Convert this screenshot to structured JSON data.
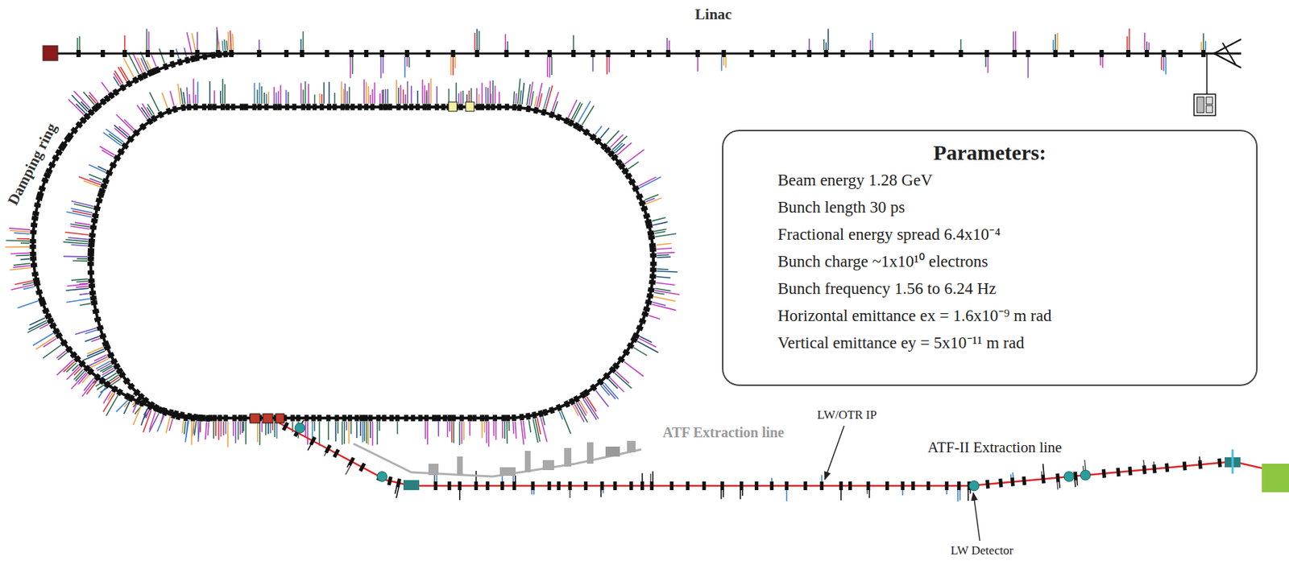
{
  "diagram": {
    "nodes": [
      {
        "text": [
          "Parameters:",
          "Beam energy 1.28 GeV",
          "Bunch length 30 ps",
          "Fractional energy spread 6.4x10⁻⁴",
          "Bunch charge ~1x10¹⁰ electrons",
          "Bunch frequency 1.56 to 6.24 Hz",
          "Horizontal emittance ex = 1.6x10⁻⁹ m rad",
          "Vertical emittance ey = 5x10⁻¹¹ m rad"
        ]
      }
    ],
    "labels": [
      "Linac",
      "Damping ring",
      "ATF Extraction line",
      "LW/OTR IP",
      "ATF-II Extraction line",
      "LW Detector"
    ]
  }
}
